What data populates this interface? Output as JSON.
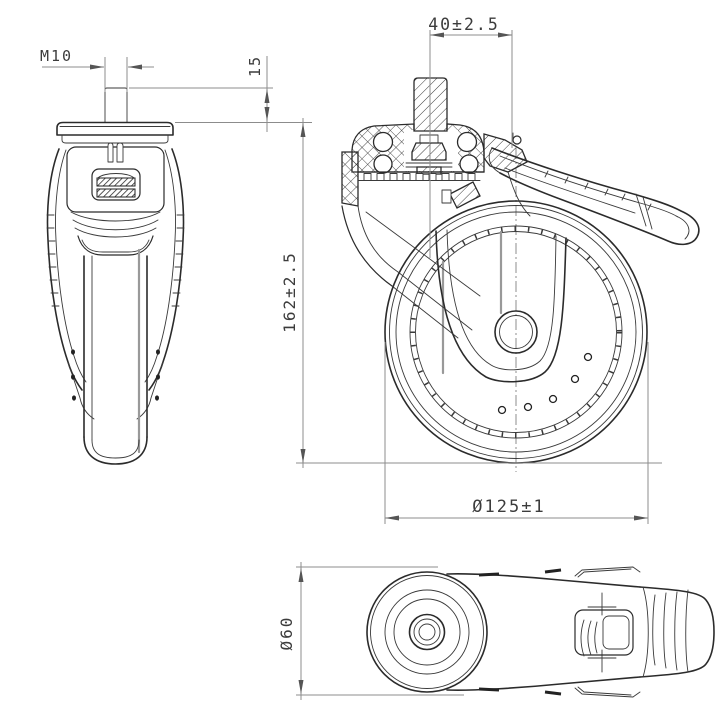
{
  "meta": {
    "description": "Technical engineering drawing of a swivel caster wheel with brake pedal, three orthographic views"
  },
  "colors": {
    "background": "#ffffff",
    "outline": "#2b2b2b",
    "dimension_line": "#8c8c8c",
    "dimension_text": "#3c3c3c"
  },
  "dims": {
    "thread": "M10",
    "stem_length": "15",
    "head_offset": "40±2.5",
    "overall_height": "162±2.5",
    "wheel_diameter": "Ø125±1",
    "body_width": "Ø60"
  }
}
